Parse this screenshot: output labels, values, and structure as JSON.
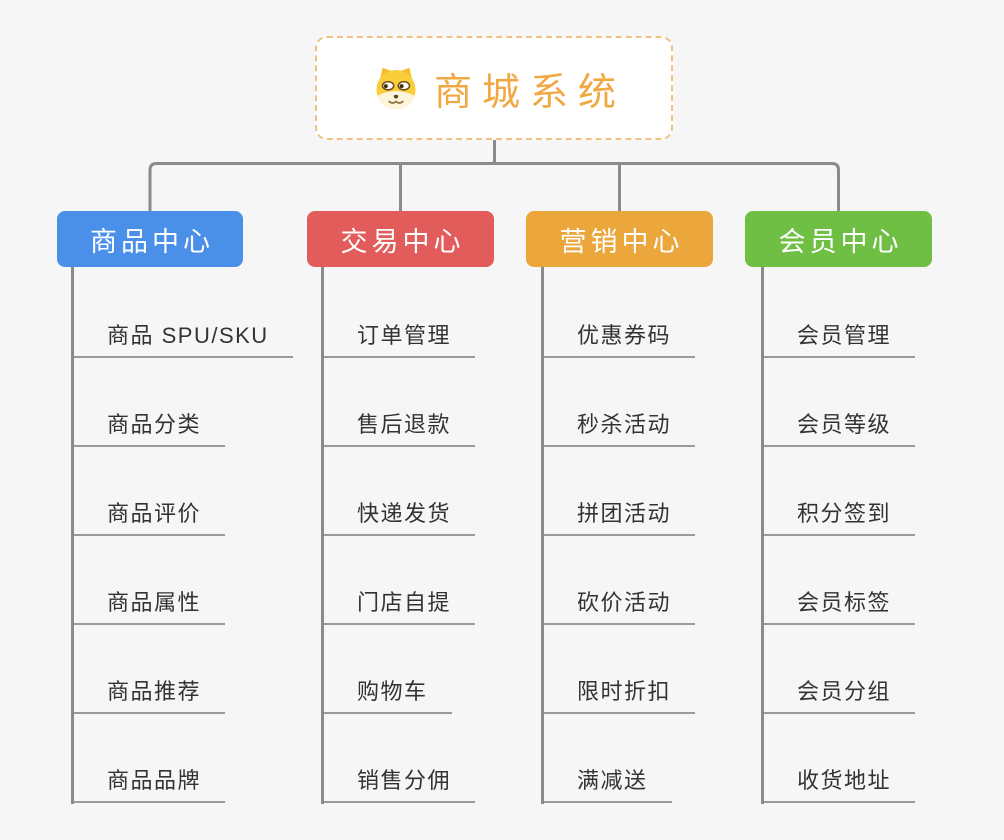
{
  "canvas": {
    "background": "#F6F6F6",
    "connector_color": "#8B8B8B",
    "underline_color": "#9A9A9A",
    "child_text_color": "#333333"
  },
  "root": {
    "title": "商城系统",
    "icon": "doge-icon",
    "text_color": "#F0A843",
    "border_color": "#F0C183",
    "background": "#FFFFFF"
  },
  "branches": [
    {
      "label": "商品中心",
      "color": "#4B90E8",
      "children": [
        "商品 SPU/SKU",
        "商品分类",
        "商品评价",
        "商品属性",
        "商品推荐",
        "商品品牌"
      ]
    },
    {
      "label": "交易中心",
      "color": "#E25C5C",
      "children": [
        "订单管理",
        "售后退款",
        "快递发货",
        "门店自提",
        "购物车",
        "销售分佣"
      ]
    },
    {
      "label": "营销中心",
      "color": "#EBA63C",
      "children": [
        "优惠券码",
        "秒杀活动",
        "拼团活动",
        "砍价活动",
        "限时折扣",
        "满减送"
      ]
    },
    {
      "label": "会员中心",
      "color": "#6FBF44",
      "children": [
        "会员管理",
        "会员等级",
        "积分签到",
        "会员标签",
        "会员分组",
        "收货地址"
      ]
    }
  ]
}
